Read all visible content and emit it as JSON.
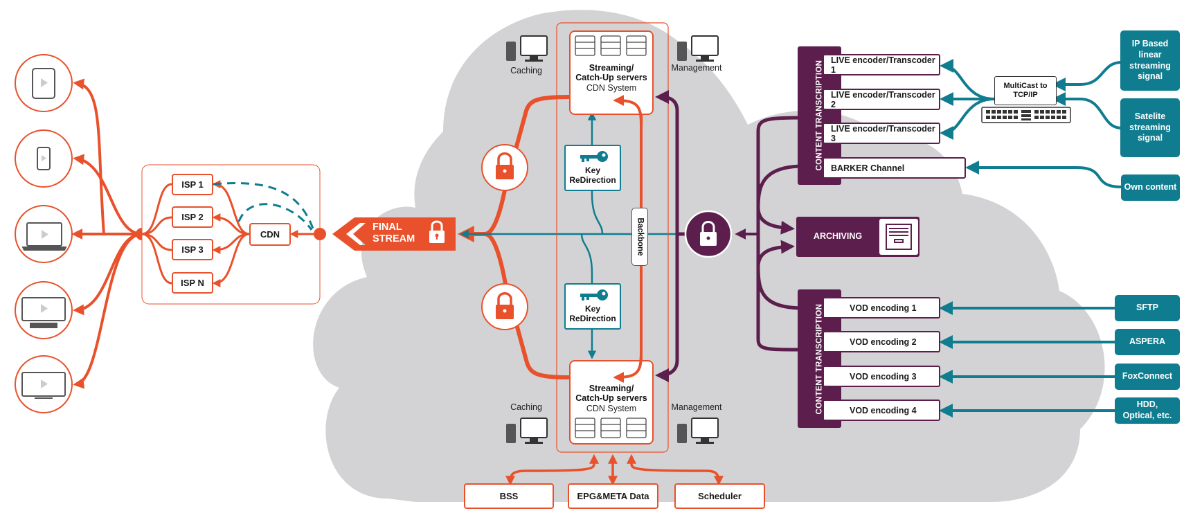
{
  "colors": {
    "orange": "#e8512b",
    "purple": "#5c1e4c",
    "teal": "#0f7d8f",
    "cloud": "#d4d4d6"
  },
  "devices": [
    {
      "icon": "tablet-icon"
    },
    {
      "icon": "smartphone-icon"
    },
    {
      "icon": "laptop-icon"
    },
    {
      "icon": "tv-icon"
    },
    {
      "icon": "monitor-icon"
    }
  ],
  "isp": {
    "items": [
      "ISP 1",
      "ISP 2",
      "ISP 3",
      "ISP N"
    ],
    "cdn": "CDN"
  },
  "final_stream": {
    "line1": "FINAL",
    "line2": "STREAM"
  },
  "servers": {
    "top": {
      "line1": "Streaming/",
      "line2": "Catch-Up servers",
      "line3": "CDN System"
    },
    "bottom": {
      "line1": "Streaming/",
      "line2": "Catch-Up servers",
      "line3": "CDN System"
    }
  },
  "caching": {
    "top": "Caching",
    "bottom": "Caching"
  },
  "management": {
    "top": "Management",
    "bottom": "Management"
  },
  "key": {
    "top": {
      "line1": "Key",
      "line2": "ReDirection"
    },
    "bottom": {
      "line1": "Key",
      "line2": "ReDirection"
    }
  },
  "backbone": "Backbone",
  "content_transcription": {
    "top": "CONTENT TRANSCRIPTION",
    "bottom": "CONTENT TRANSCRIPTION"
  },
  "live_encoders": [
    "LIVE encoder/Transcoder 1",
    "LIVE encoder/Transcoder 2",
    "LIVE encoder/Transcoder 3"
  ],
  "barker": "BARKER Channel",
  "archiving": "ARCHIVING",
  "vod_encoders": [
    "VOD encoding 1",
    "VOD encoding 2",
    "VOD encoding 3",
    "VOD encoding 4"
  ],
  "multicast": {
    "line1": "MultiCast to",
    "line2": "TCP/IP"
  },
  "sources": {
    "ip": {
      "line1": "IP Based",
      "line2": "linear",
      "line3": "streaming",
      "line4": "signal"
    },
    "satellite": {
      "line1": "Satelite",
      "line2": "streaming",
      "line3": "signal"
    },
    "own": "Own content"
  },
  "vod_sources": {
    "sftp": "SFTP",
    "aspera": "ASPERA",
    "foxconnect": "FoxConnect",
    "hdd": {
      "line1": "HDD,",
      "line2": "Optical, etc."
    }
  },
  "bottom_boxes": {
    "bss": "BSS",
    "epg": "EPG&META Data",
    "scheduler": "Scheduler"
  }
}
